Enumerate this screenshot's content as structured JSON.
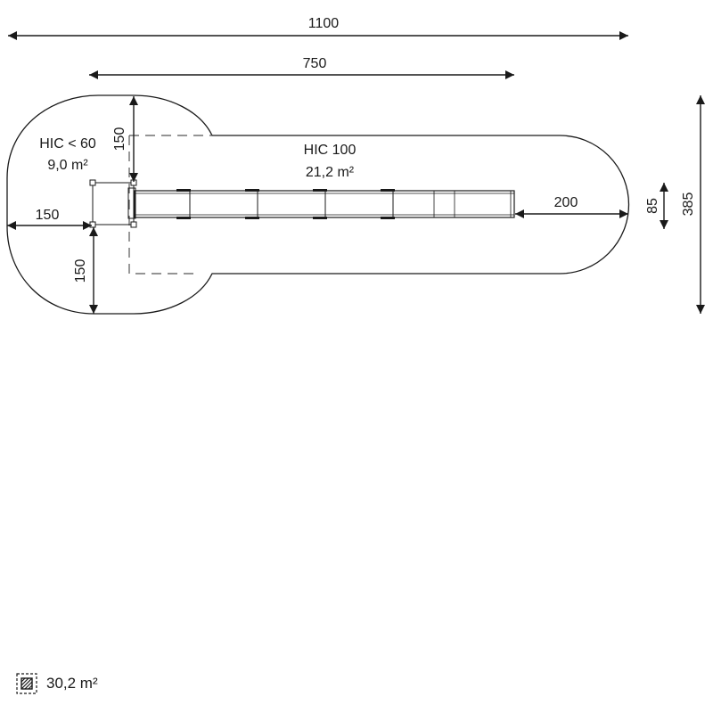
{
  "dimensions": {
    "overall_length": "1100",
    "equipment_length": "750",
    "left_zone_height": "150",
    "left_margin": "150",
    "lower_margin": "150",
    "end_clearance": "200",
    "equipment_width": "85",
    "overall_width": "385"
  },
  "zones": {
    "small_zone": {
      "hic": "HIC < 60",
      "area": "9,0 m²"
    },
    "large_zone": {
      "hic": "HIC 100",
      "area": "21,2 m²"
    }
  },
  "legend": {
    "icon": "hatched-area-icon",
    "total_area": "30,2 m²"
  },
  "colors": {
    "line": "#1a1a1a",
    "dashed": "#555555",
    "background": "#ffffff"
  }
}
